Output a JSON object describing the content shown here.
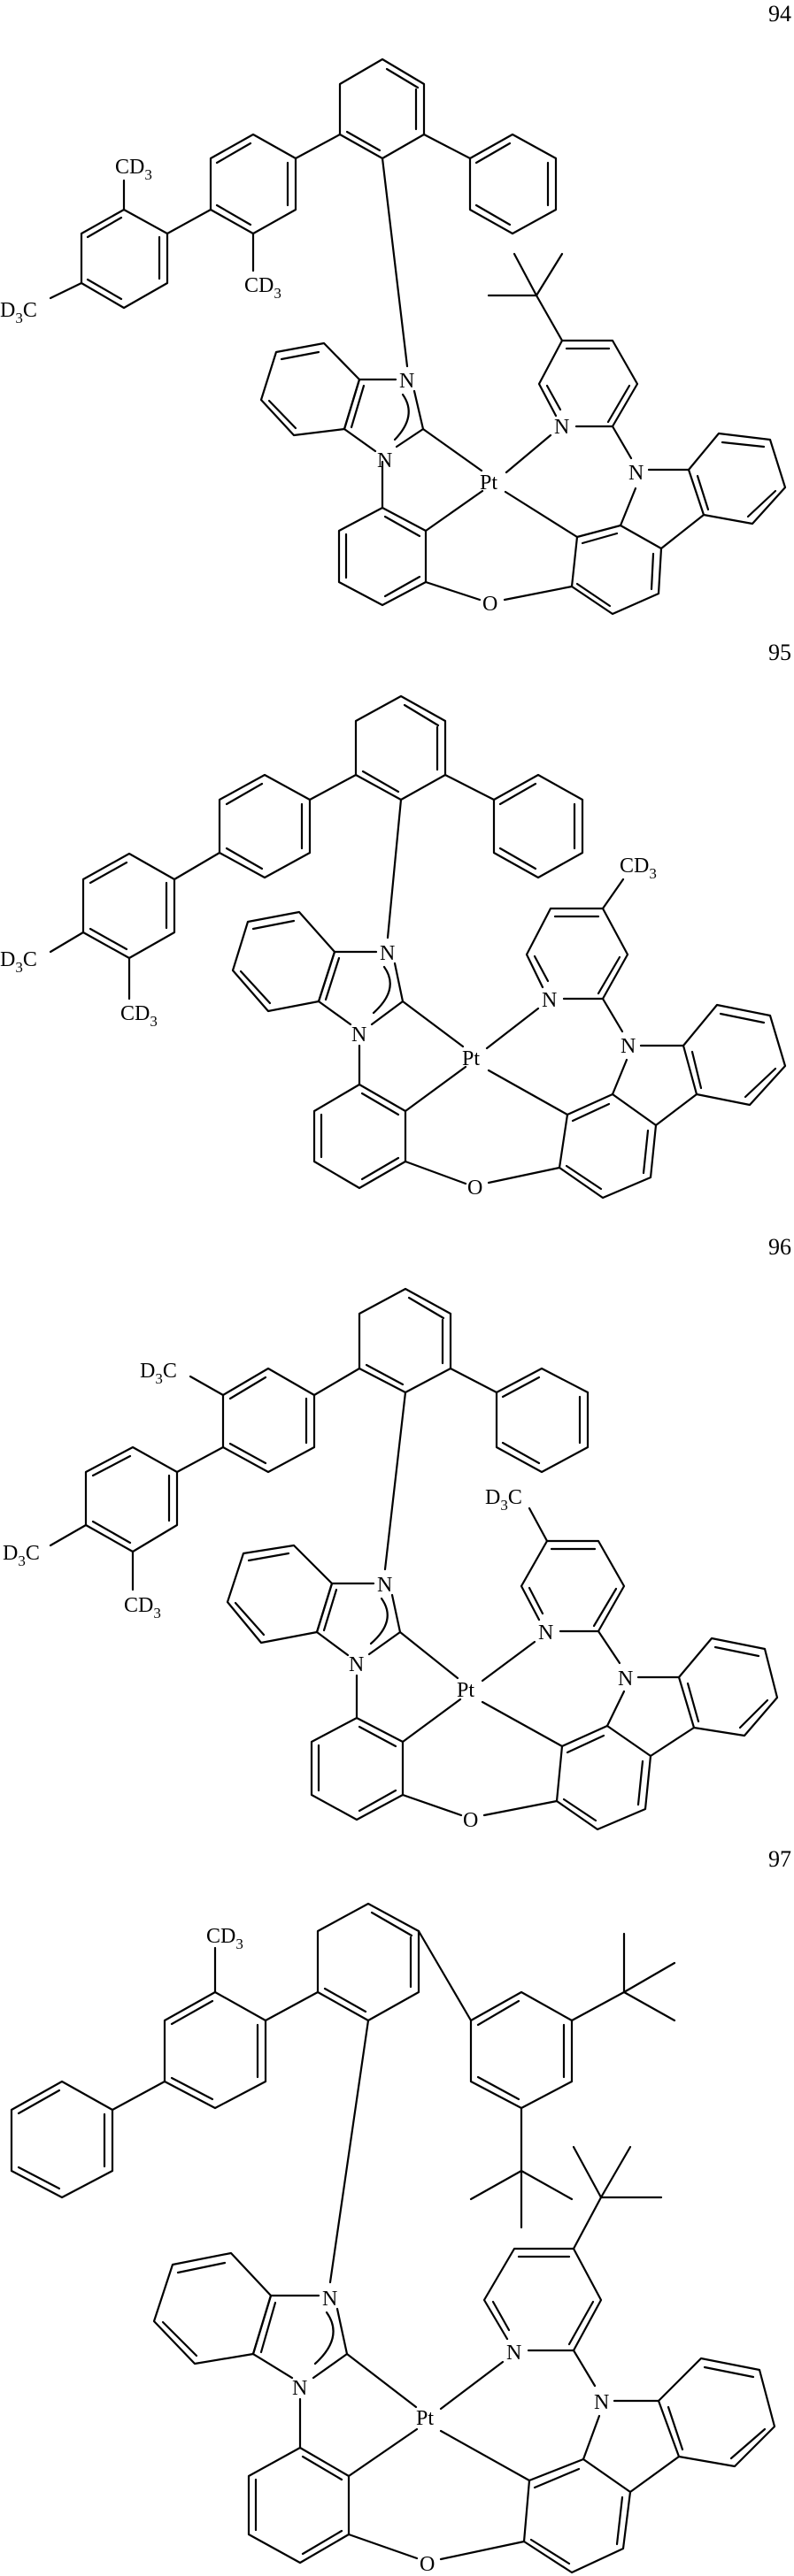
{
  "page": {
    "background": "#ffffff",
    "line_color": "#000000"
  },
  "compounds": [
    {
      "number": "94",
      "labels": {
        "cd3_a": "CD",
        "cd3_a_sub": "3",
        "cd3_b": "CD",
        "cd3_b_sub": "3",
        "d3c_a": "D",
        "d3c_a_sub": "3",
        "d3c_a_tail": "C",
        "n1": "N",
        "n2": "N",
        "n3": "N",
        "n4": "N",
        "pt": "Pt",
        "o": "O"
      },
      "substituents": [
        "2,4-bis(CD3)phenyl",
        "2-CD3-biphenyl linker",
        "5-tert-butyl-pyridine"
      ]
    },
    {
      "number": "95",
      "labels": {
        "d3c_a": "D",
        "d3c_a_sub": "3",
        "d3c_a_tail": "C",
        "cd3_a": "CD",
        "cd3_a_sub": "3",
        "cd3_b": "CD",
        "cd3_b_sub": "3",
        "n1": "N",
        "n2": "N",
        "n3": "N",
        "n4": "N",
        "pt": "Pt",
        "o": "O"
      },
      "substituents": [
        "3,4-bis(CD3)phenyl",
        "para-phenylene linker",
        "4-CD3-pyridine"
      ]
    },
    {
      "number": "96",
      "labels": {
        "d3c_a": "D",
        "d3c_a_sub": "3",
        "d3c_a_tail": "C",
        "d3c_b": "D",
        "d3c_b_sub": "3",
        "d3c_b_tail": "C",
        "cd3_a": "CD",
        "cd3_a_sub": "3",
        "d3c_c": "D",
        "d3c_c_sub": "3",
        "d3c_c_tail": "C",
        "n1": "N",
        "n2": "N",
        "n3": "N",
        "n4": "N",
        "pt": "Pt",
        "o": "O"
      },
      "substituents": [
        "3,4-bis(CD3)phenyl",
        "2-CD3-phenylene linker",
        "5-CD3-pyridine"
      ]
    },
    {
      "number": "97",
      "labels": {
        "cd3_a": "CD",
        "cd3_a_sub": "3",
        "n1": "N",
        "n2": "N",
        "n3": "N",
        "n4": "N",
        "pt": "Pt",
        "o": "O"
      },
      "substituents": [
        "4-phenyl-2-CD3-phenyl",
        "3,5-di-tert-butylphenyl",
        "4-tert-butyl-pyridine"
      ]
    }
  ]
}
